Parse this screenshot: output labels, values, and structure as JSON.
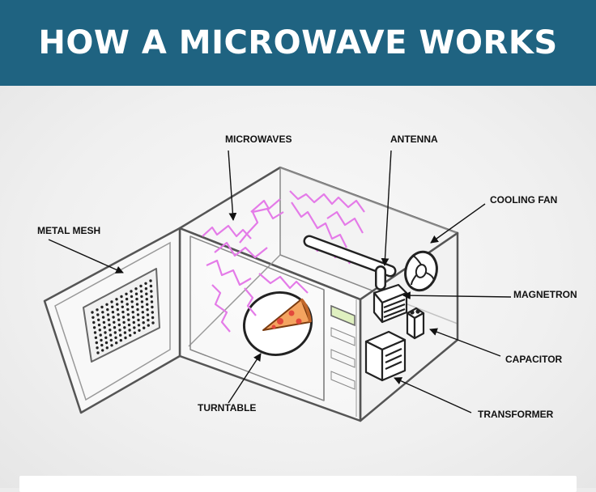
{
  "title": "HOW A MICROWAVE WORKS",
  "labels": {
    "microwaves": "MICROWAVES",
    "antenna": "ANTENNA",
    "cooling_fan": "COOLING FAN",
    "metal_mesh": "METAL MESH",
    "magnetron": "MAGNETRON",
    "capacitor": "CAPACITOR",
    "turntable": "TURNTABLE",
    "transformer": "TRANSFORMER"
  },
  "colors": {
    "header_bg": "#1f6381",
    "wave": "#e47be8",
    "pizza": "#f4a460",
    "pepperoni": "#e2483c",
    "outline": "#444444"
  }
}
